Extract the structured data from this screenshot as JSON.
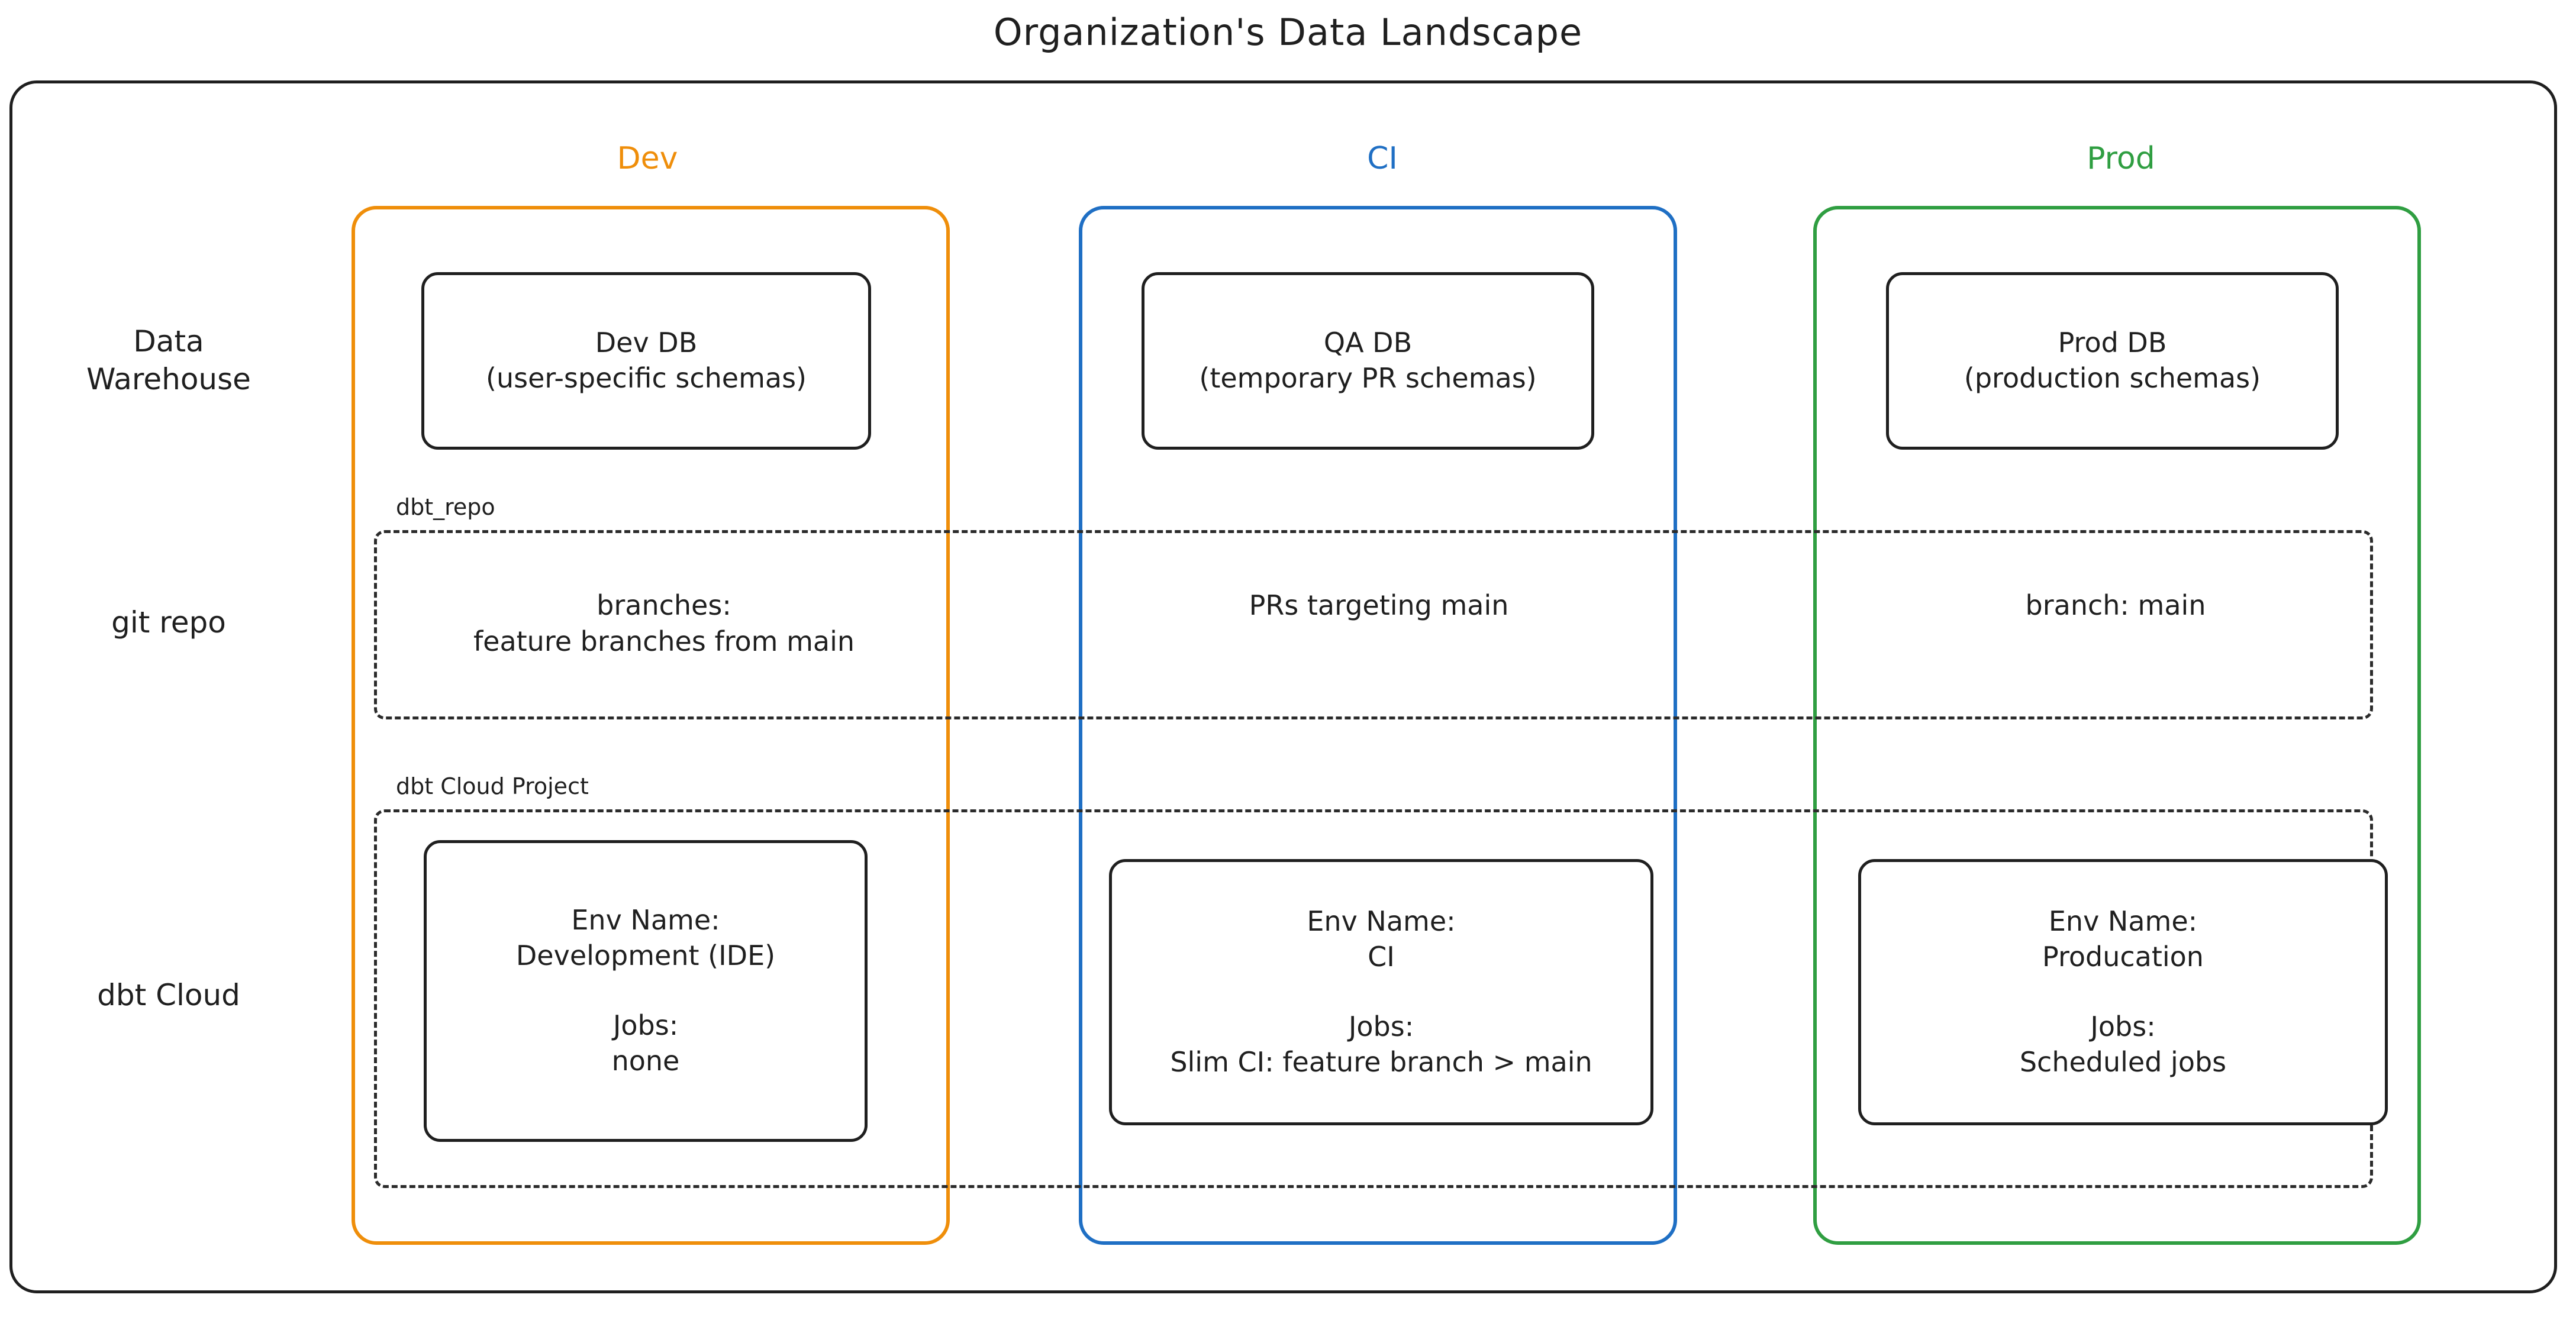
{
  "title": "Organization's Data Landscape",
  "colors": {
    "dev": "#ef8e0a",
    "ci": "#1f6fc4",
    "prod": "#2f9e41",
    "stroke": "#1f1f1f",
    "background": "#ffffff"
  },
  "rows": [
    {
      "key": "data_warehouse",
      "label": "Data\nWarehouse"
    },
    {
      "key": "git_repo",
      "label": "git repo"
    },
    {
      "key": "dbt_cloud",
      "label": "dbt Cloud"
    }
  ],
  "environments": [
    {
      "key": "dev",
      "label": "Dev"
    },
    {
      "key": "ci",
      "label": "CI"
    },
    {
      "key": "prod",
      "label": "Prod"
    }
  ],
  "groups": {
    "git_repo": {
      "label": "dbt_repo"
    },
    "dbt_cloud": {
      "label": "dbt Cloud Project"
    }
  },
  "data_warehouse": {
    "dev": {
      "line1": "Dev DB",
      "line2": "(user-specific schemas)"
    },
    "ci": {
      "line1": "QA DB",
      "line2": "(temporary PR schemas)"
    },
    "prod": {
      "line1": "Prod DB",
      "line2": "(production schemas)"
    }
  },
  "git_repo": {
    "dev": "branches:\nfeature branches from main",
    "ci": "PRs targeting main",
    "prod": "branch: main"
  },
  "dbt_cloud": {
    "dev": {
      "env_name_label": "Env Name:",
      "env_name_value": "Development (IDE)",
      "jobs_label": "Jobs:",
      "jobs_value": "none"
    },
    "ci": {
      "env_name_label": "Env Name:",
      "env_name_value": "CI",
      "jobs_label": "Jobs:",
      "jobs_value": "Slim CI: feature branch > main"
    },
    "prod": {
      "env_name_label": "Env Name:",
      "env_name_value": "Producation",
      "jobs_label": "Jobs:",
      "jobs_value": "Scheduled jobs"
    }
  }
}
